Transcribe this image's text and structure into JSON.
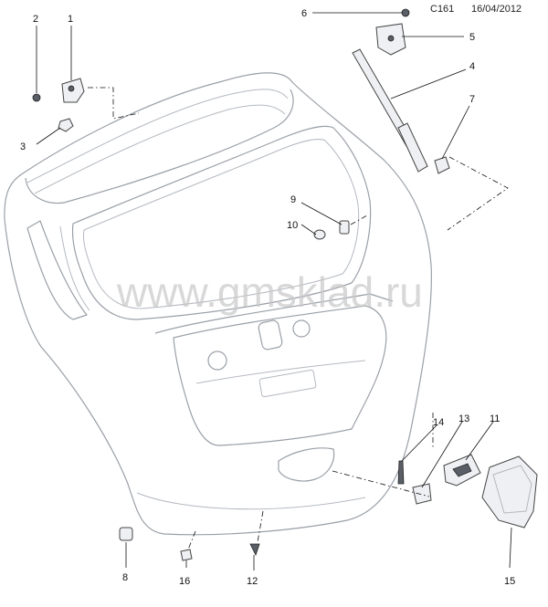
{
  "header": {
    "code": "C161",
    "date": "16/04/2012"
  },
  "watermark": "www.gmsklad.ru",
  "callouts": {
    "c1": "1",
    "c2": "2",
    "c3": "3",
    "c4": "4",
    "c5": "5",
    "c6": "6",
    "c7": "7",
    "c8": "8",
    "c9": "9",
    "c10": "10",
    "c11": "11",
    "c12": "12",
    "c13": "13",
    "c14": "14",
    "c15": "15",
    "c16": "16"
  }
}
